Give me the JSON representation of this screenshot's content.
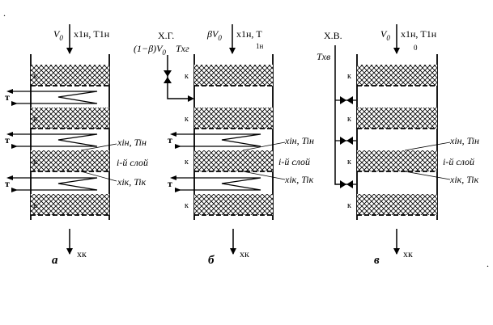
{
  "markers": {
    "dot_left": ".",
    "dot_right": "."
  },
  "panel_a": {
    "letter": "а",
    "inlet_V0": "V",
    "inlet_V0_sub": "0",
    "inlet_x_T": "x1н, T1н",
    "catalyst_label": "к",
    "heat_label": "т",
    "layer_in": "xiн, Tiн",
    "layer_name": "i-й слой",
    "layer_out": "xiк, Tiк",
    "outlet": "xк"
  },
  "panel_b": {
    "letter": "б",
    "cold_gas": "Х.Г.",
    "bypass_fraction": "(1−β)V",
    "bypass_sub": "0",
    "bypass_T": "Tхг",
    "inlet_beta": "βV",
    "inlet_beta_sub": "0",
    "inlet_x_T": "x1н, T",
    "inlet_T_sub": "1н",
    "catalyst_label": "к",
    "heat_label": "т",
    "layer_in": "xiн, Tiн",
    "layer_name": "i-й слой",
    "layer_out": "xiк, Tiк",
    "outlet": "xк"
  },
  "panel_c": {
    "letter": "в",
    "cold_water": "Х.В.",
    "water_T": "Tхв",
    "inlet_V0": "V",
    "inlet_V0_sub": "0",
    "inlet_x_T": "x1н, T1н",
    "inlet_sub_0": "0",
    "catalyst_label": "к",
    "layer_in": "xiн, Tiн",
    "layer_name": "i-й слой",
    "layer_out": "xiк, Tiк",
    "outlet": "xк"
  }
}
